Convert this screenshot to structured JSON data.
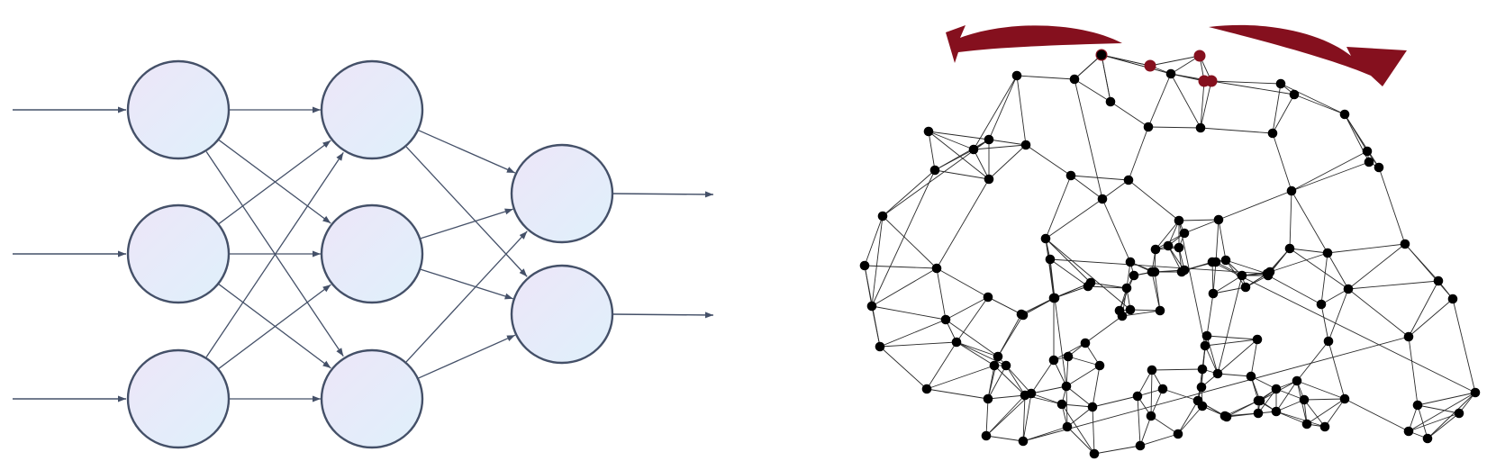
{
  "figure": {
    "left_panel": "neural-network",
    "right_panel": "brain-connectivity-graph"
  },
  "neural_network": {
    "layers": [
      3,
      3,
      2
    ],
    "input_arrows": 3,
    "output_arrows": 2,
    "colors": {
      "stroke": "#445068",
      "node_gradient_start": "#ede6f8",
      "node_gradient_end": "#dff0fb"
    }
  },
  "brain_graph": {
    "colors": {
      "node": "#000000",
      "edge": "#2a2a2a",
      "highlight": "#85101e"
    },
    "rotation_arrows": [
      "left-rotation-arrow",
      "right-rotation-arrow"
    ]
  }
}
